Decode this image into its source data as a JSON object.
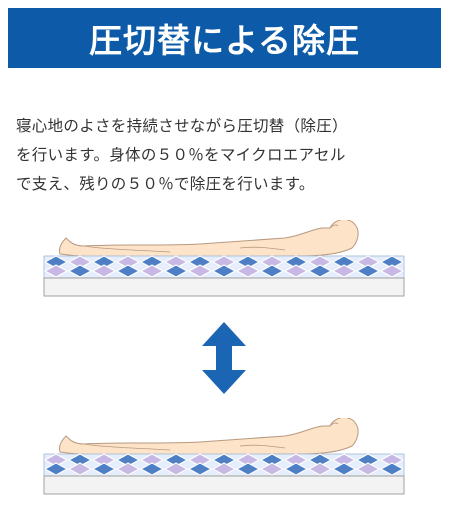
{
  "header": {
    "title": "圧切替による除圧"
  },
  "description": {
    "lines": [
      "寝心地のよさを持続させながら圧切替（除圧）",
      "を行います。身体の５０％をマイクロエアセル",
      "で支え、残りの５０％で除圧を行います。"
    ]
  },
  "colors": {
    "header_bg": "#0d5ba8",
    "header_text": "#ffffff",
    "body_text": "#333333",
    "skin": "#fde3c8",
    "skin_outline": "#b89a80",
    "cell_blue": "#4e7fc4",
    "cell_lavender": "#c7b8e4",
    "mattress_bg": "#e6eefb",
    "arrow": "#1b66b4",
    "base": "#f3f3f3"
  },
  "diagram": {
    "states": [
      "mattress-state-a",
      "mattress-state-b"
    ],
    "arrow_icon": "double-vertical-arrow-icon",
    "figure_icon": "lying-person-icon"
  }
}
